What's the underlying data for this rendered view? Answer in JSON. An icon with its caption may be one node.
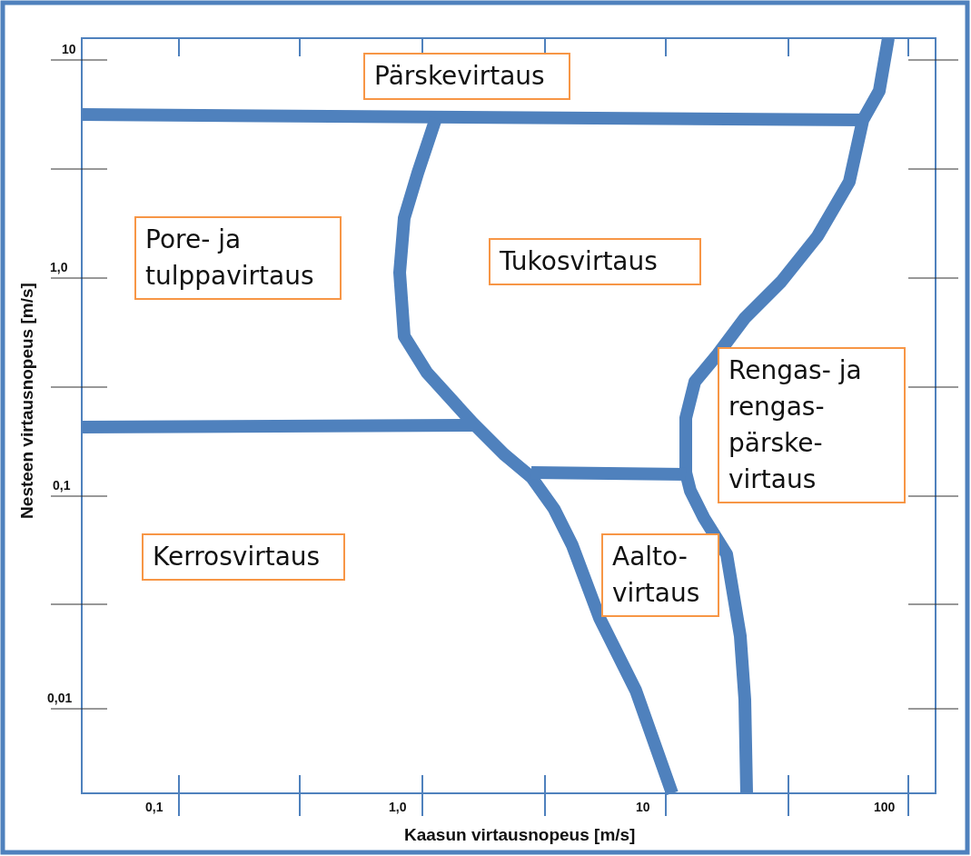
{
  "diagram": {
    "nodes": [
      {
        "text": [
          "Pärskevirtaus"
        ]
      },
      {
        "text": [
          "Pore- ja tulppavirtaus"
        ]
      },
      {
        "text": [
          "Tukosvirtaus"
        ]
      },
      {
        "text": [
          "Rengas- ja rengas- pärske- virtaus"
        ]
      },
      {
        "text": [
          "Kerrosvirtaus"
        ]
      },
      {
        "text": [
          "Aalto- virtaus"
        ]
      }
    ],
    "edges": [],
    "labels": [
      "10",
      "1,0",
      "0,1",
      "0,01",
      "0,1",
      "1,0",
      "10",
      "100",
      "Nesteen virtausnopeus [m/s]",
      "Kaasun virtausnopeus [m/s]"
    ]
  }
}
